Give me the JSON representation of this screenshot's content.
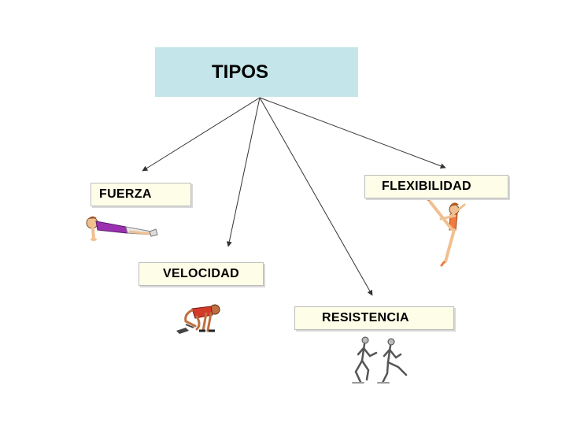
{
  "root": {
    "label": "TIPOS"
  },
  "types": {
    "fuerza": "FUERZA",
    "velocidad": "VELOCIDAD",
    "resistencia": "RESISTENCIA",
    "flexibilidad": "FLEXIBILIDAD"
  },
  "colors": {
    "root_fill": "#c4e6ea",
    "box_fill": "#fefde8",
    "connector": "#333333"
  },
  "figures": [
    "pushup-figure",
    "sprinter-start-figure",
    "runners-figure",
    "gymnast-split-figure"
  ]
}
